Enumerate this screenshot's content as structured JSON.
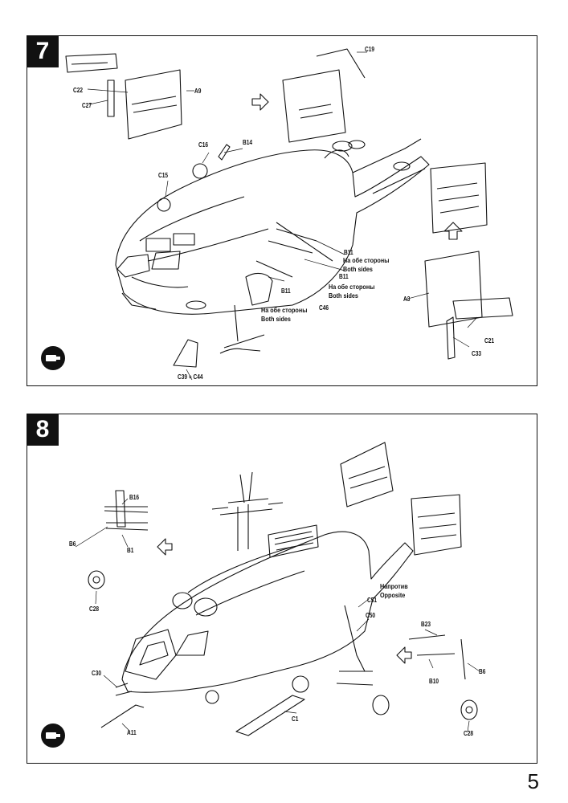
{
  "page_number": "5",
  "steps": [
    {
      "number": "7",
      "labels": [
        "C19",
        "C22",
        "A9",
        "C27",
        "C16",
        "B14",
        "C15",
        "B11",
        "B11",
        "B11",
        "C46",
        "A3",
        "C21",
        "C33",
        "C39 + C44"
      ],
      "notes": [
        {
          "ru": "На обе стороны",
          "en": "Both sides"
        },
        {
          "ru": "На обе стороны",
          "en": "Both sides"
        },
        {
          "ru": "На обе стороны",
          "en": "Both sides"
        }
      ],
      "glue_icon": "glue-tube-icon"
    },
    {
      "number": "8",
      "labels": [
        "B16",
        "B6",
        "B1",
        "C28",
        "C51",
        "C50",
        "B23",
        "B6",
        "B10",
        "C28",
        "C30",
        "A11",
        "C1"
      ],
      "notes": [
        {
          "ru": "Напротив",
          "en": "Opposite"
        }
      ],
      "glue_icon": "glue-tube-icon"
    }
  ]
}
